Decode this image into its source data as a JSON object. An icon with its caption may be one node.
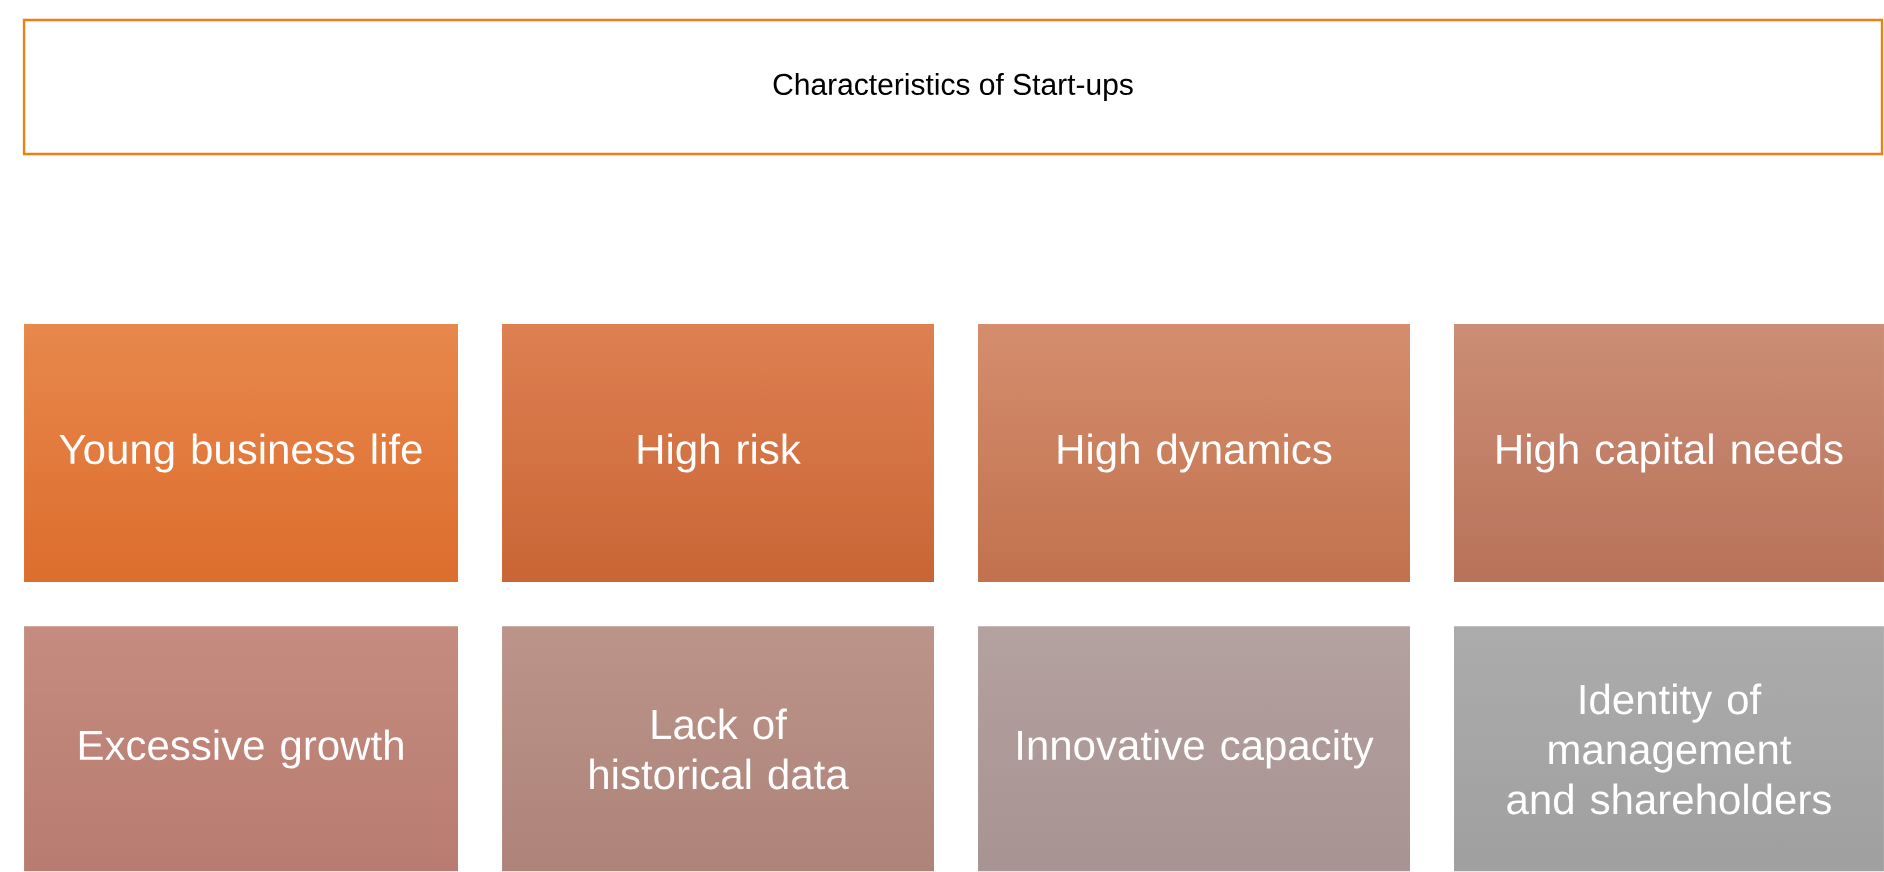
{
  "diagram": {
    "nodes": [
      {
        "text": [
          "Characteristics of Start-ups"
        ]
      },
      {
        "text": [
          "Young business life"
        ]
      },
      {
        "text": [
          "High risk"
        ]
      },
      {
        "text": [
          "High dynamics"
        ]
      },
      {
        "text": [
          "High capital needs"
        ]
      },
      {
        "text": [
          "Excessive growth"
        ]
      },
      {
        "text": [
          "Lack of historical data"
        ]
      },
      {
        "text": [
          "Innovative capacity"
        ]
      },
      {
        "text": [
          "Identity of management and shareholders"
        ]
      }
    ]
  }
}
